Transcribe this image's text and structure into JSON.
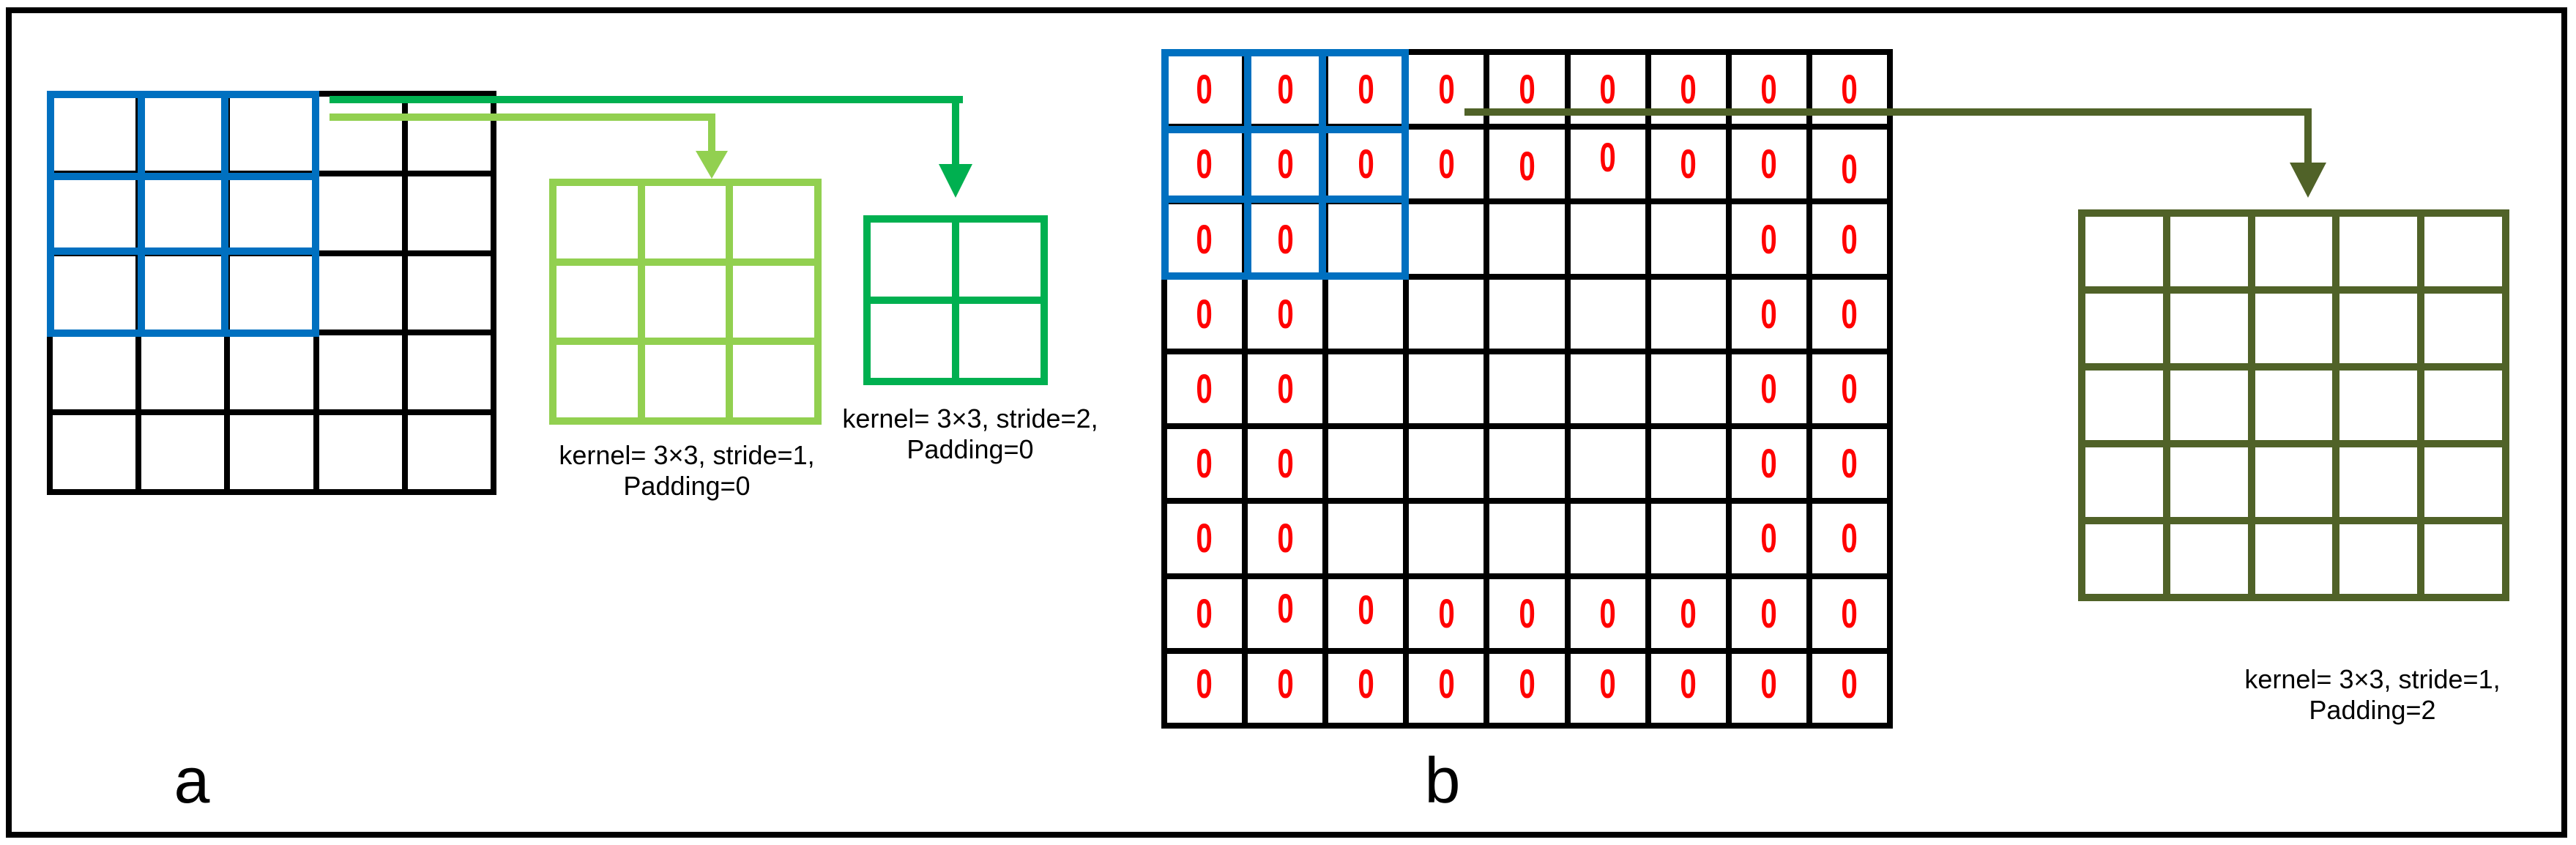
{
  "colors": {
    "black": "#000000",
    "blue": "#0070C0",
    "light_green": "#92D050",
    "green": "#00B050",
    "olive": "#506228",
    "red": "#FF0000"
  },
  "panel_a": {
    "label": "a",
    "input_grid": {
      "rows": 5,
      "cols": 5
    },
    "kernel_overlay": {
      "rows": 3,
      "cols": 3
    },
    "outputs": [
      {
        "rows": 3,
        "cols": 3,
        "caption": [
          "kernel= 3×3, stride=1,",
          "Padding=0"
        ]
      },
      {
        "rows": 2,
        "cols": 2,
        "caption": [
          "kernel= 3×3, stride=2,",
          "Padding=0"
        ]
      }
    ]
  },
  "panel_b": {
    "label": "b",
    "padded_grid": {
      "rows": 9,
      "cols": 9,
      "cells": [
        [
          "0",
          "0",
          "0",
          "0",
          "0",
          "0",
          "0",
          "0",
          "0"
        ],
        [
          "0",
          "0",
          "0",
          "0",
          "0",
          "0",
          "0",
          "0",
          "0"
        ],
        [
          "0",
          "0",
          "",
          "",
          "",
          "",
          "",
          "0",
          "0"
        ],
        [
          "0",
          "0",
          "",
          "",
          "",
          "",
          "",
          "0",
          "0"
        ],
        [
          "0",
          "0",
          "",
          "",
          "",
          "",
          "",
          "0",
          "0"
        ],
        [
          "0",
          "0",
          "",
          "",
          "",
          "",
          "",
          "0",
          "0"
        ],
        [
          "0",
          "0",
          "",
          "",
          "",
          "",
          "",
          "0",
          "0"
        ],
        [
          "0",
          "0",
          "0",
          "0",
          "0",
          "0",
          "0",
          "0",
          "0"
        ],
        [
          "0",
          "0",
          "0",
          "0",
          "0",
          "0",
          "0",
          "0",
          "0"
        ]
      ]
    },
    "kernel_overlay": {
      "rows": 3,
      "cols": 3
    },
    "output": {
      "rows": 5,
      "cols": 5,
      "caption": [
        "kernel= 3×3, stride=1,",
        "Padding=2"
      ]
    }
  }
}
